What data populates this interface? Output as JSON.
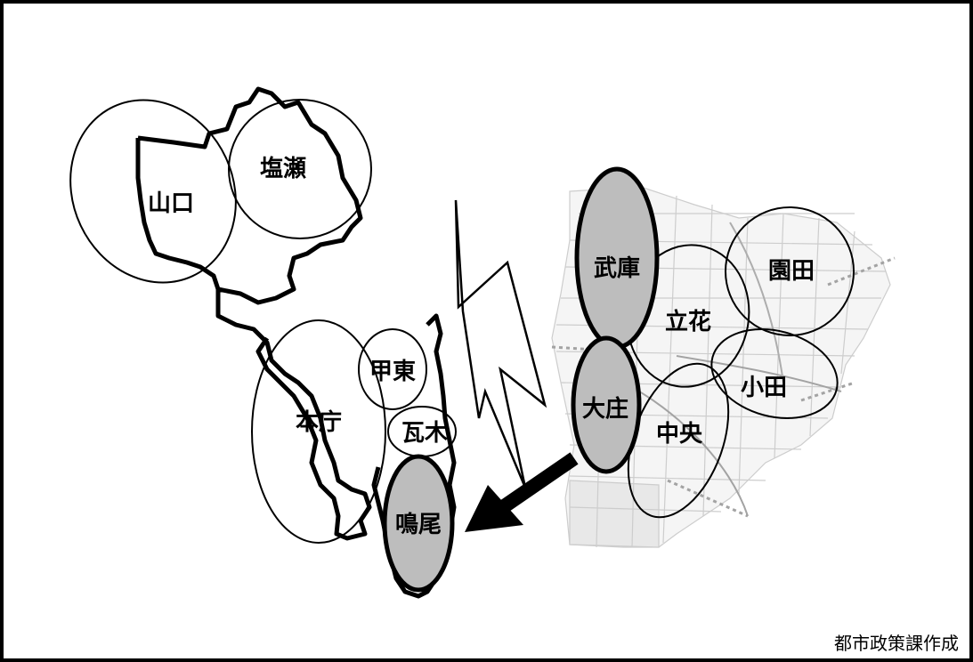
{
  "map": {
    "left_districts": {
      "yamaguchi": "山口",
      "shioze": "塩瀬",
      "kouto": "甲東",
      "honcho": "本庁",
      "kawaragi": "瓦木",
      "naruo": "鳴尾"
    },
    "right_districts": {
      "muko": "武庫",
      "sonoda": "園田",
      "tachibana": "立花",
      "oda": "小田",
      "osho": "大庄",
      "chuo": "中央"
    }
  },
  "source_note": "都市政策課作成",
  "colors": {
    "border": "#000000",
    "highlight_fill": "#bdbdbd",
    "background_map": "#b8b8b8"
  }
}
